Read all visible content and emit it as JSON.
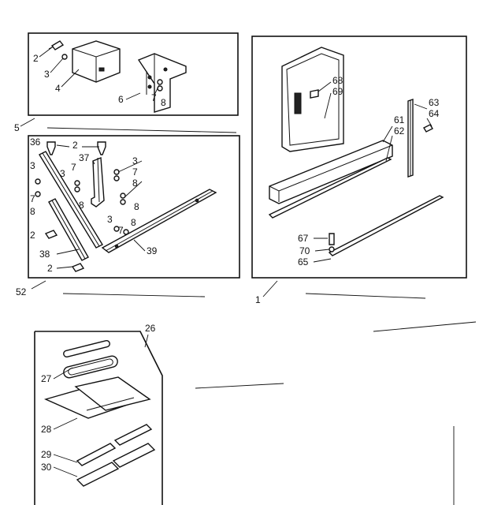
{
  "diagram": {
    "panels": [
      {
        "id": "panel-5",
        "label": "5",
        "callouts": [
          "2",
          "3",
          "4",
          "6",
          "7",
          "8"
        ]
      },
      {
        "id": "panel-52",
        "label": "52",
        "callouts": [
          "36",
          "2",
          "37",
          "3",
          "7",
          "8",
          "38",
          "39"
        ]
      },
      {
        "id": "panel-1",
        "label": "1",
        "callouts": [
          "68",
          "69",
          "63",
          "64",
          "61",
          "62",
          "67",
          "70",
          "65"
        ]
      },
      {
        "id": "panel-26",
        "label": "26",
        "callouts": [
          "27",
          "28",
          "29",
          "30"
        ]
      }
    ],
    "labels": {
      "p5_2": "2",
      "p5_3": "3",
      "p5_4": "4",
      "p5_6": "6",
      "p5_7": "7",
      "p5_8": "8",
      "p5_5": "5",
      "p52_36": "36",
      "p52_2a": "2",
      "p52_37": "37",
      "p52_3a": "3",
      "p52_7a": "7",
      "p52_3b": "3",
      "p52_8a": "8",
      "p52_3c": "3",
      "p52_7b": "7",
      "p52_8b": "8",
      "p52_3d": "3",
      "p52_7c": "7",
      "p52_8c": "8",
      "p52_8d": "8",
      "p52_2b": "2",
      "p52_3e": "3",
      "p52_7d": "7",
      "p52_8e": "8",
      "p52_38": "38",
      "p52_39": "39",
      "p52_2c": "2",
      "p52_52": "52",
      "p1_68": "68",
      "p1_69": "69",
      "p1_63": "63",
      "p1_64": "64",
      "p1_61": "61",
      "p1_62": "62",
      "p1_67": "67",
      "p1_70": "70",
      "p1_65": "65",
      "p1_1": "1",
      "p26_26": "26",
      "p26_27": "27",
      "p26_28": "28",
      "p26_29": "29",
      "p26_30": "30"
    }
  }
}
